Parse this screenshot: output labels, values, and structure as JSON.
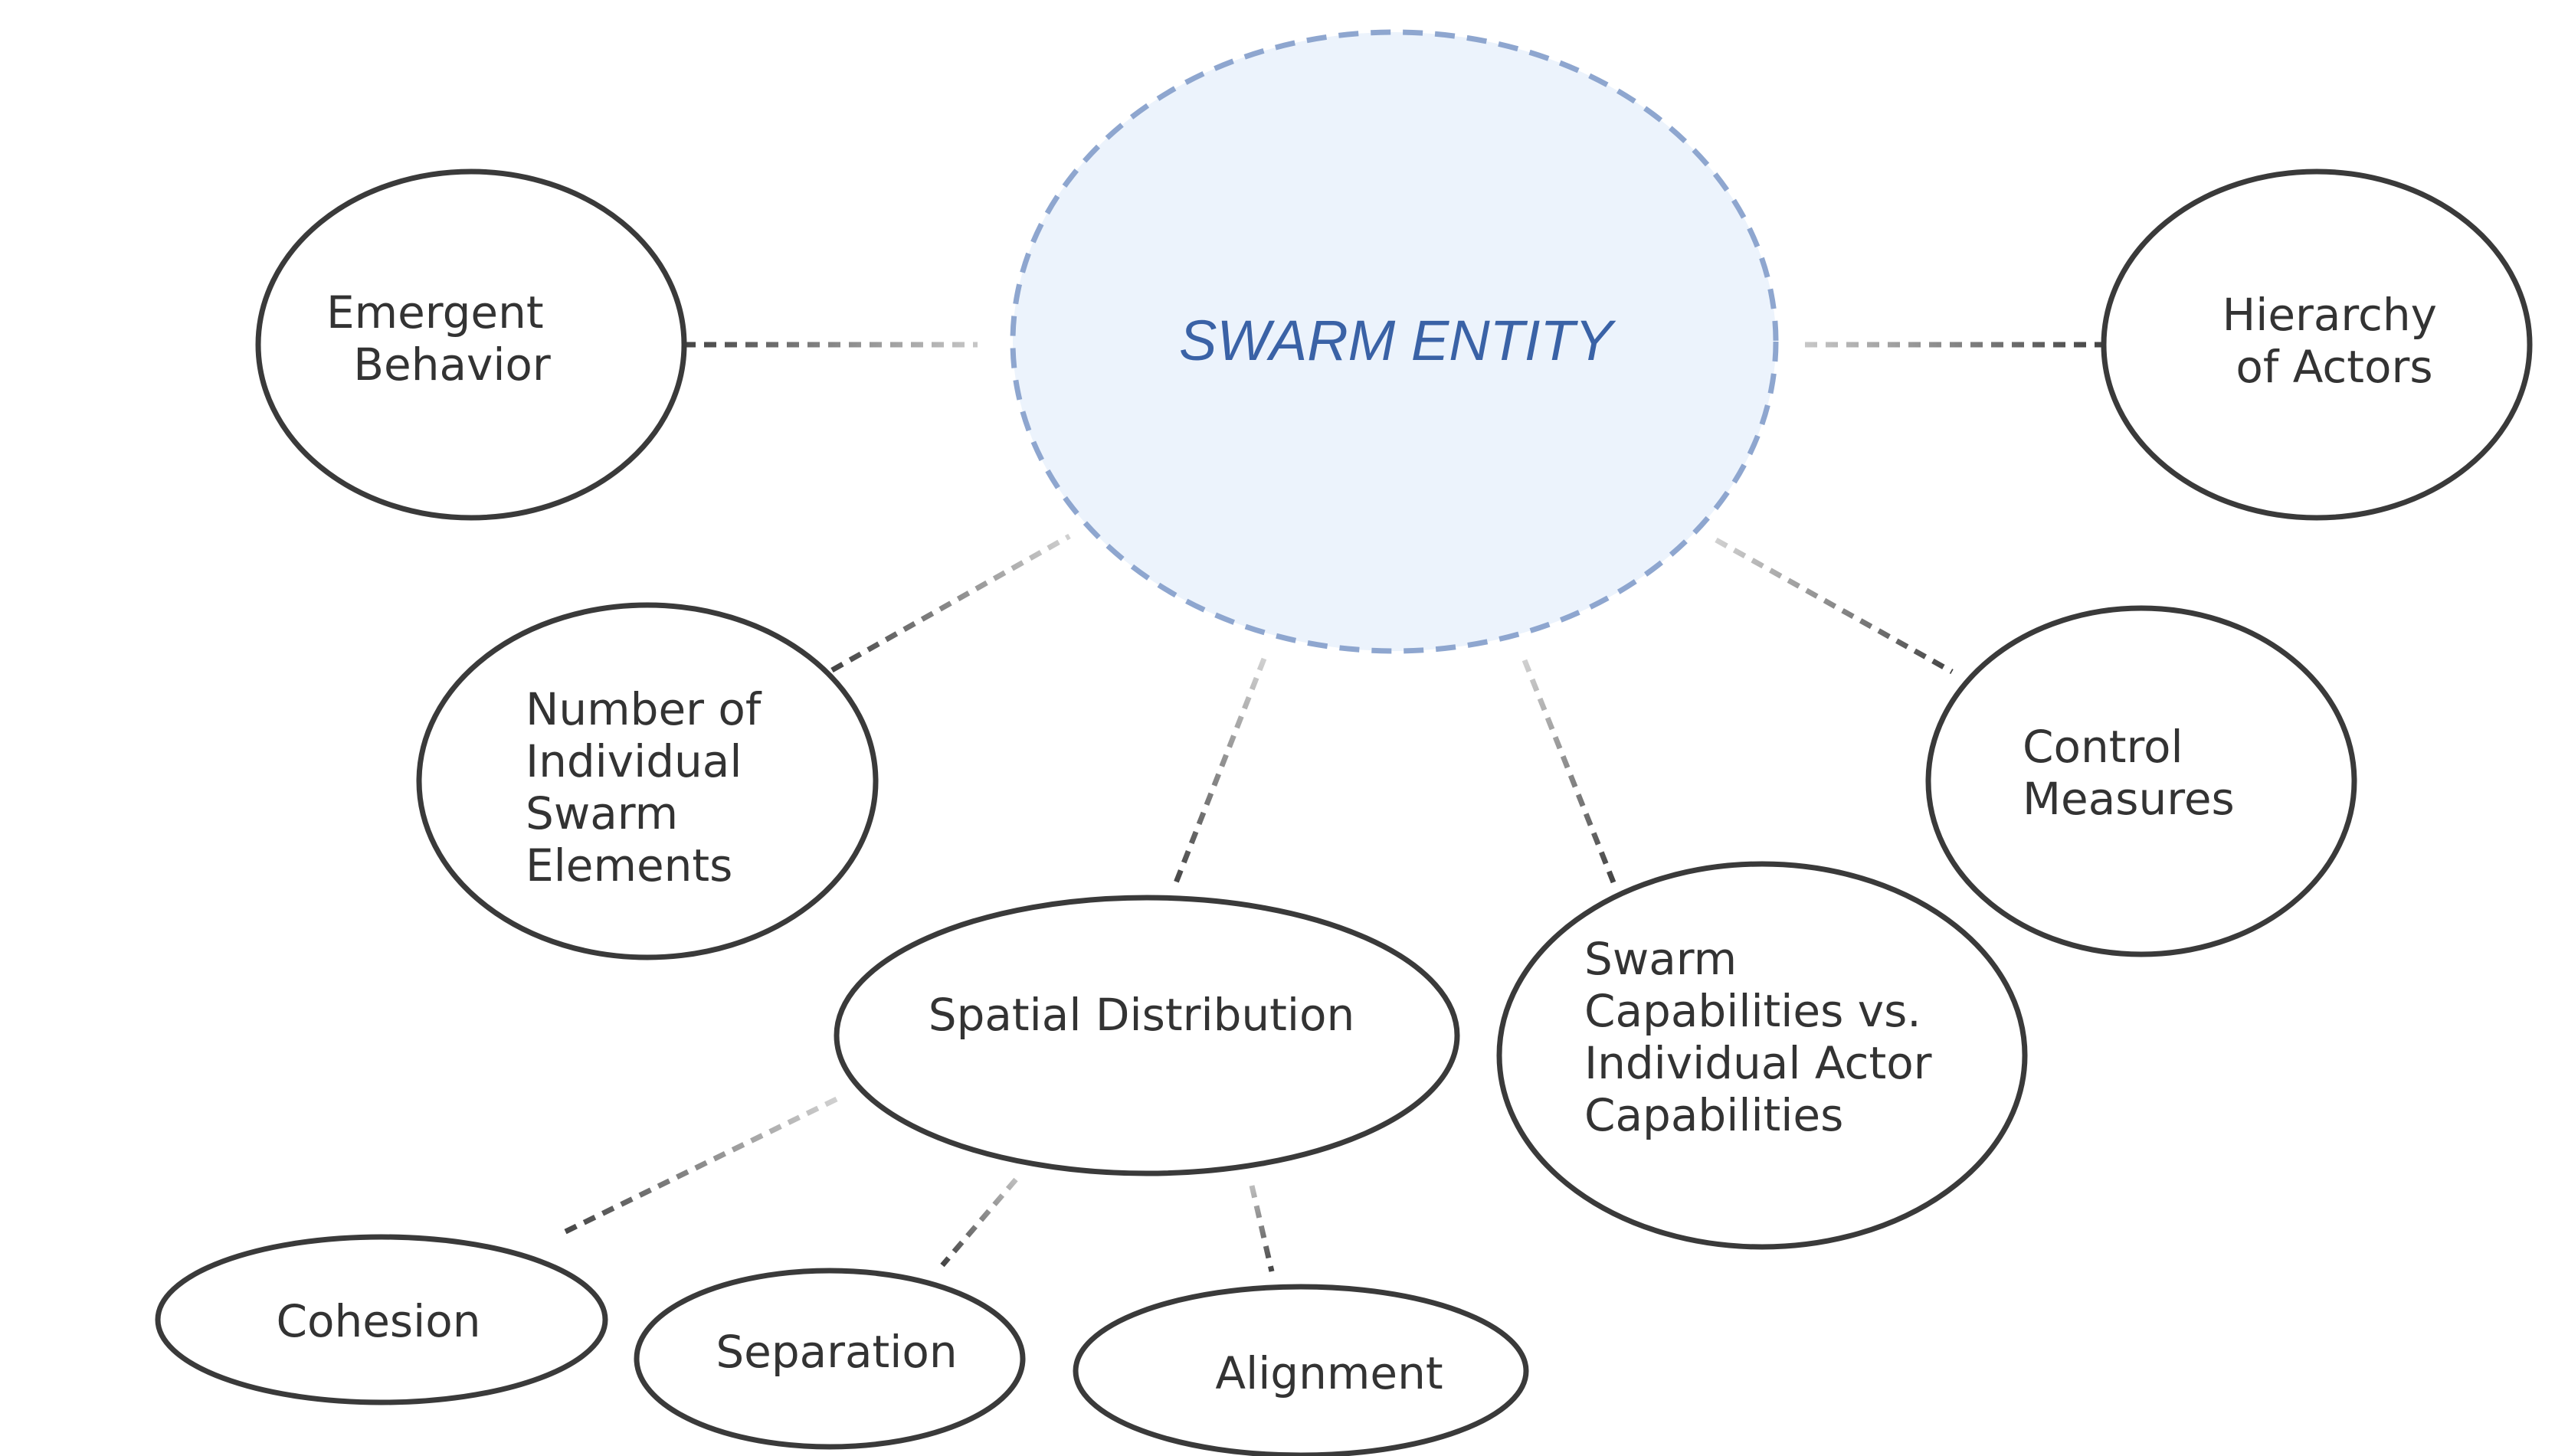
{
  "central": {
    "label": "SWARM ENTITY",
    "fill_color": "#ecf3fc",
    "stroke_color": "#8ea6cf",
    "text_color": "#3a62a6"
  },
  "nodes": {
    "emergent_behavior": [
      "Emergent",
      "Behavior"
    ],
    "hierarchy_of_actors": [
      "Hierarchy",
      "of Actors"
    ],
    "number_of_elements": [
      "Number of",
      "Individual",
      "Swarm",
      "Elements"
    ],
    "control_measures": [
      "Control",
      "Measures"
    ],
    "spatial_distribution": [
      "Spatial Distribution"
    ],
    "swarm_capabilities": [
      "Swarm",
      "Capabilities vs.",
      "Individual Actor",
      "Capabilities"
    ],
    "cohesion": [
      "Cohesion"
    ],
    "separation": [
      "Separation"
    ],
    "alignment": [
      "Alignment"
    ]
  },
  "colors": {
    "node_stroke": "#3a3a3a",
    "connector": "#444444",
    "text": "#333333"
  }
}
